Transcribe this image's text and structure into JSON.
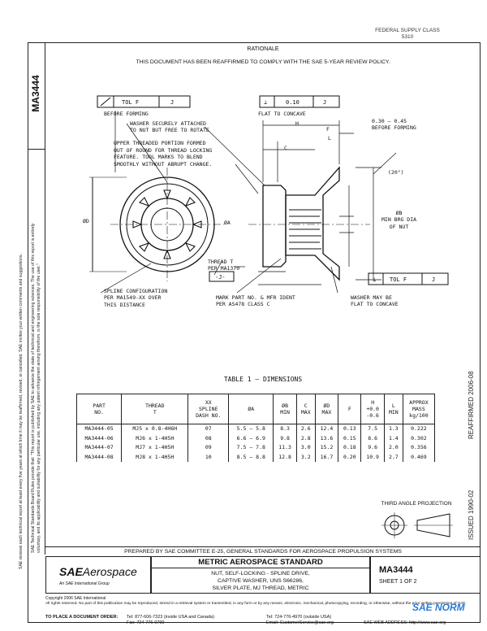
{
  "header": {
    "stamp_line1": "FEDERAL SUPPLY CLASS",
    "stamp_line2": "5310",
    "rationale_title": "RATIONALE",
    "rationale_text": "THIS DOCUMENT HAS BEEN REAFFIRMED TO COMPLY WITH THE SAE 5-YEAR REVIEW POLICY."
  },
  "side": {
    "doc_number": "MA3444",
    "disclaimer_line1": "SAE Technical Standards Board Rules provide that: \"This report is published by SAE to advance the state of technical and engineering sciences. The use of this report is entirely",
    "disclaimer_line2": "voluntary, and its applicability and suitability for any particular use, including any patent infringement arising therefrom, is the sole responsibility of the user.\"",
    "disclaimer_line3": "SAE reviews each technical report at least every five years at which time it may be reaffirmed, revised, or cancelled. SAE invites your written comments and suggestions."
  },
  "drawing": {
    "fcf_left": [
      "TOL F",
      "J"
    ],
    "before_forming_left": "BEFORE FORMING",
    "note_washer": "WASHER SECURELY ATTACHED\nTO NUT BUT FREE TO ROTATE",
    "note_upper": "UPPER THREADED PORTION FORMED\nOUT OF ROUND FOR THREAD LOCKING\nFEATURE. TOOL MARKS TO BLEND\nSMOOTHLY WITHOUT ABRUPT CHANGE.",
    "fcf_top": [
      "⊥",
      "0.10",
      "J"
    ],
    "flat_to_concave_top": "FLAT TO CONCAVE",
    "label_h": "H",
    "label_l": "L",
    "label_c": "C",
    "label_od": "ØD",
    "label_oa": "ØA",
    "label_ob": "ØB\nMIN BRG DIA\nOF NUT",
    "label_f": "F",
    "dim_before_forming": "0.30 – 0.45\nBEFORE FORMING",
    "angle": "(20°)",
    "thread_note": "THREAD T\nPER MA1370",
    "datum_j": "-J-",
    "spline_note": "SPLINE CONFIGURATION\nPER MA1549-XX OVER\nTHIS DISTANCE",
    "mark_note": "MARK PART NO. & MFR IDENT\nPER AS478 CLASS C",
    "fcf_bottom": [
      "⊥",
      "TOL F",
      "J"
    ],
    "washer_may": "WASHER MAY BE\nFLAT TO CONCAVE"
  },
  "table": {
    "title": "TABLE 1 – DIMENSIONS",
    "headers": [
      "PART\nNO.",
      "THREAD\nT",
      "XX\nSPLINE\nDASH NO.",
      "ØA",
      "ØB\nMIN",
      "C\nMAX",
      "ØD\nMAX",
      "F",
      "H\n+0.0\n-0.6",
      "L\nMIN",
      "APPROX\nMASS\nkg/100"
    ],
    "rows": [
      [
        "MA3444-05",
        "MJ5 x 0.8-4H6H",
        "07",
        "5.5 – 5.8",
        "8.3",
        "2.6",
        "12.4",
        "0.13",
        "7.5",
        "1.3",
        "0.222"
      ],
      [
        "MA3444-06",
        "MJ6 x 1-4H5H",
        "08",
        "6.6 – 6.9",
        "9.8",
        "2.8",
        "13.6",
        "0.15",
        "8.6",
        "1.4",
        "0.302"
      ],
      [
        "MA3444-07",
        "MJ7 x 1-4H5H",
        "09",
        "7.5 – 7.8",
        "11.3",
        "3.0",
        "15.2",
        "0.18",
        "9.6",
        "2.0",
        "0.356"
      ],
      [
        "MA3444-08",
        "MJ8 x 1-4H5H",
        "10",
        "8.5 – 8.8",
        "12.8",
        "3.2",
        "16.7",
        "0.20",
        "10.9",
        "2.7",
        "0.469"
      ]
    ]
  },
  "right_margin": {
    "reaffirmed": "REAFFIRMED 2006-08",
    "issued": "ISSUED 1990-02"
  },
  "projection": {
    "label": "THIRD ANGLE PROJECTION"
  },
  "footer": {
    "prepared_by": "PREPARED BY SAE COMMITTEE E-25, GENERAL STANDARDS FOR AEROSPACE PROPULSION SYSTEMS",
    "logo_main": "SAE",
    "logo_aero": "Aerospace",
    "logo_sub": "An SAE International Group",
    "standard_type": "METRIC AEROSPACE STANDARD",
    "title_lines": [
      "NUT, SELF-LOCKING - SPLINE DRIVE,",
      "CAPTIVE WASHER, UNS S66286,",
      "SILVER PLATE, MJ THREAD, METRIC"
    ],
    "doc_number": "MA3444",
    "sheet": "SHEET 1 OF 2",
    "copyright": "Copyright 2006 SAE International",
    "rights": "All rights reserved. No part of this publication may be reproduced, stored in a retrieval system or transmitted, in any form or by any means, electronic, mechanical, photocopying, recording, or otherwise, without the prior written permission of SAE.",
    "order_label": "TO PLACE A DOCUMENT ORDER:",
    "tel1": "Tel: 877-606-7323 (inside USA and Canada)",
    "fax": "Fax: 724-776-0790",
    "tel2": "Tel: 724-776-4970 (outside USA)",
    "email": "Email: CustomerService@sae.org",
    "web": "SAE WEB ADDRESS: http://www.sae.org",
    "watermark": "SAE NORM"
  }
}
